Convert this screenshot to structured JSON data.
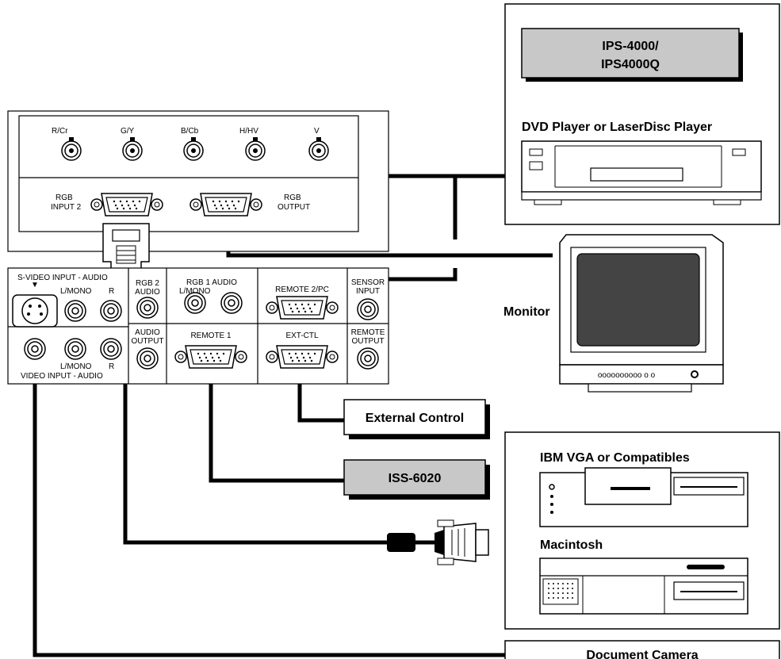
{
  "panel": {
    "bnc_labels": [
      "R/Cr",
      "G/Y",
      "B/Cb",
      "H/HV",
      "V"
    ],
    "rgb_input2": [
      "RGB",
      "INPUT 2"
    ],
    "rgb_output": [
      "RGB",
      "OUTPUT"
    ],
    "svideo_audio": "S-VIDEO INPUT - AUDIO",
    "lmono": "L/MONO",
    "r": "R",
    "rgb2_audio": [
      "RGB 2",
      "AUDIO"
    ],
    "rgb1_audio": "RGB 1 AUDIO",
    "remote2pc": "REMOTE 2/PC",
    "sensor_input": [
      "SENSOR",
      "INPUT"
    ],
    "audio_output": [
      "AUDIO",
      "OUTPUT"
    ],
    "remote1": "REMOTE 1",
    "ext_ctl": "EXT-CTL",
    "remote_output": [
      "REMOTE",
      "OUTPUT"
    ],
    "video_audio": "VIDEO INPUT - AUDIO"
  },
  "devices": {
    "ips": [
      "IPS-4000/",
      "IPS4000Q"
    ],
    "dvd": "DVD Player or LaserDisc Player",
    "monitor": "Monitor",
    "external_control": "External Control",
    "iss": "ISS-6020",
    "ibm": "IBM VGA or Compatibles",
    "mac": "Macintosh",
    "doc_camera": "Document Camera"
  }
}
